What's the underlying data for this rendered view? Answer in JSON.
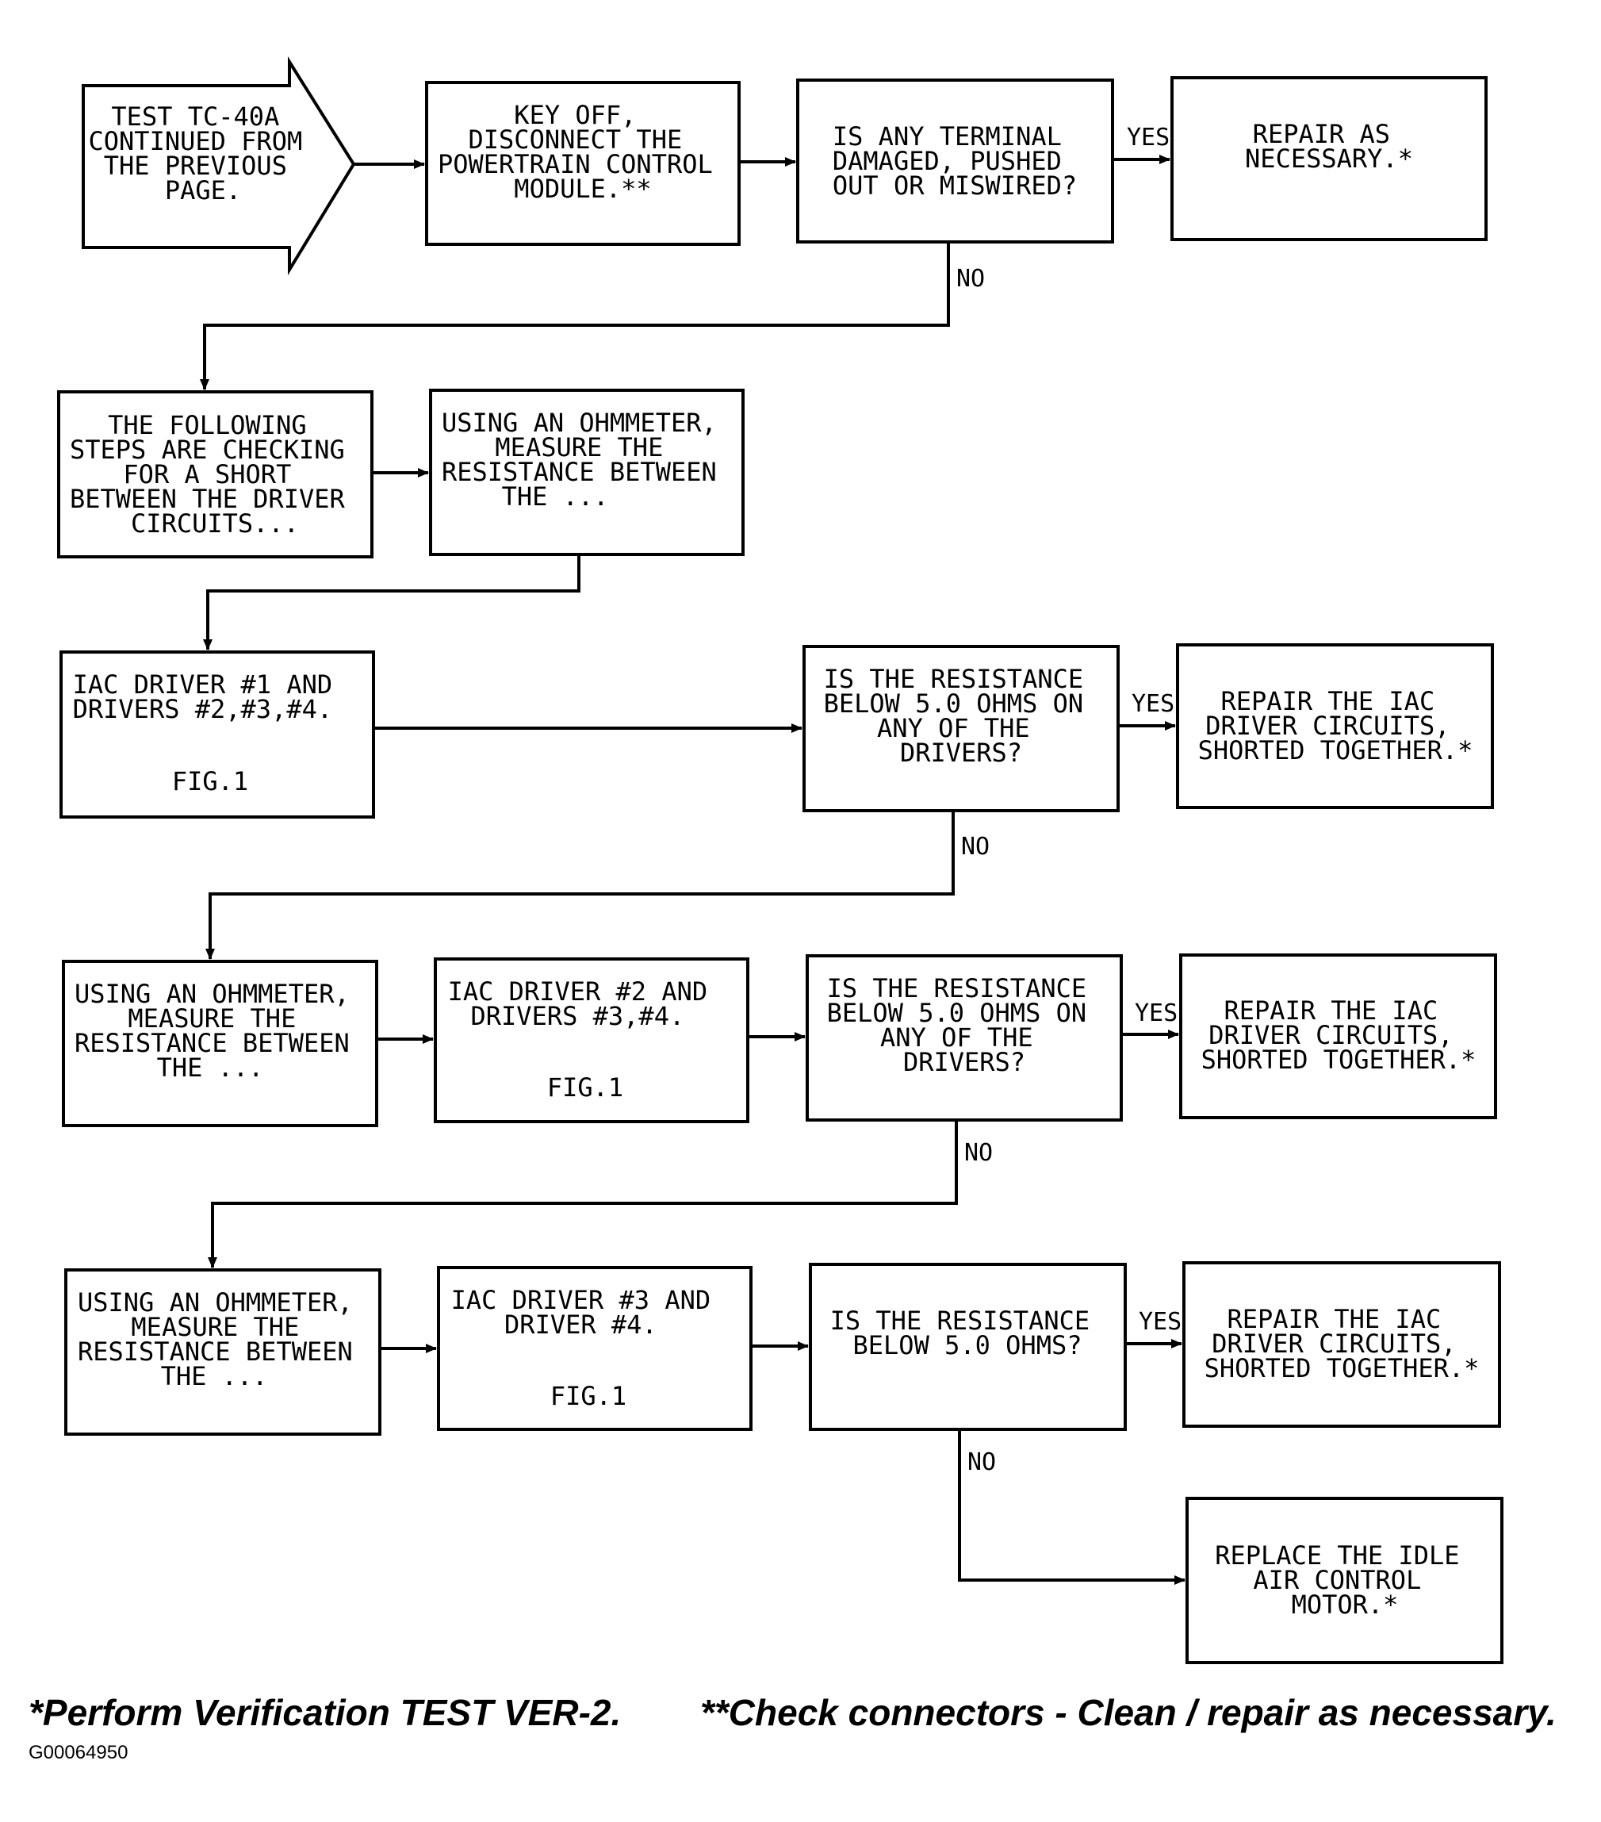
{
  "start": {
    "lines": [
      "TEST TC-40A",
      "CONTINUED FROM",
      "THE PREVIOUS",
      "PAGE."
    ]
  },
  "boxes": {
    "key_off": {
      "lines": [
        "KEY OFF,",
        "DISCONNECT THE",
        "POWERTRAIN CONTROL",
        "MODULE.**"
      ]
    },
    "q_terminal": {
      "lines": [
        "IS ANY TERMINAL",
        "DAMAGED, PUSHED",
        "OUT OR MISWIRED?"
      ]
    },
    "repair_1": {
      "lines": [
        "REPAIR AS",
        "NECESSARY.*"
      ]
    },
    "following_steps": {
      "lines": [
        "THE FOLLOWING",
        "STEPS ARE CHECKING",
        "FOR A SHORT",
        "BETWEEN THE DRIVER",
        "CIRCUITS..."
      ]
    },
    "ohm_1": {
      "lines": [
        "USING AN OHMMETER,",
        "MEASURE THE",
        "RESISTANCE BETWEEN",
        "THE ..."
      ]
    },
    "driver_1": {
      "lines": [
        "IAC DRIVER #1 AND",
        "DRIVERS #2,#3,#4."
      ],
      "fig": "FIG.1"
    },
    "q_res_1": {
      "lines": [
        "IS THE RESISTANCE",
        "BELOW 5.0 OHMS ON",
        "ANY OF THE",
        "DRIVERS?"
      ]
    },
    "repair_2": {
      "lines": [
        "REPAIR THE IAC",
        "DRIVER CIRCUITS,",
        "SHORTED TOGETHER.*"
      ]
    },
    "ohm_2": {
      "lines": [
        "USING AN OHMMETER,",
        "MEASURE THE",
        "RESISTANCE BETWEEN",
        "THE ..."
      ]
    },
    "driver_2": {
      "lines": [
        "IAC DRIVER #2 AND",
        "DRIVERS #3,#4."
      ],
      "fig": "FIG.1"
    },
    "q_res_2": {
      "lines": [
        "IS THE RESISTANCE",
        "BELOW 5.0 OHMS ON",
        "ANY OF THE",
        "DRIVERS?"
      ]
    },
    "repair_3": {
      "lines": [
        "REPAIR THE IAC",
        "DRIVER CIRCUITS,",
        "SHORTED TOGETHER.*"
      ]
    },
    "ohm_3": {
      "lines": [
        "USING AN OHMMETER,",
        "MEASURE THE",
        "RESISTANCE BETWEEN",
        "THE ..."
      ]
    },
    "driver_3": {
      "lines": [
        "IAC DRIVER #3 AND",
        "DRIVER #4."
      ],
      "fig": "FIG.1"
    },
    "q_res_3": {
      "lines": [
        "IS THE RESISTANCE",
        "BELOW 5.0 OHMS?"
      ]
    },
    "repair_4": {
      "lines": [
        "REPAIR THE IAC",
        "DRIVER CIRCUITS,",
        "SHORTED TOGETHER.*"
      ]
    },
    "replace": {
      "lines": [
        "REPLACE THE IDLE",
        "AIR CONTROL",
        "MOTOR.*"
      ]
    }
  },
  "labels": {
    "yes": "YES",
    "no": "NO"
  },
  "footnotes": {
    "verification": "*Perform Verification TEST VER-2.",
    "connectors": "**Check connectors - Clean / repair as necessary."
  },
  "figure_code": "G00064950"
}
